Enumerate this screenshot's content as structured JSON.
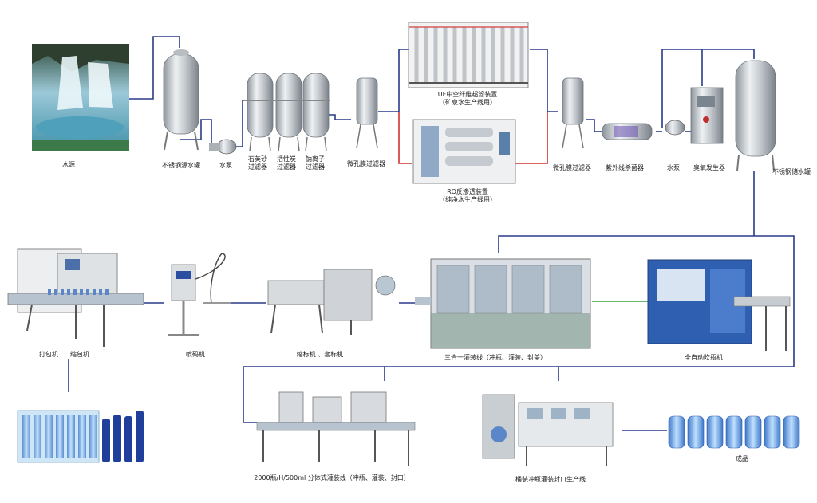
{
  "labels": {
    "water_source": "水源",
    "raw_tank": "不锈钢源水罐",
    "pump1": "水泵",
    "quartz_filter": "石英砂\n过滤器",
    "carbon_filter": "活性炭\n过滤器",
    "sodium_filter": "钠离子\n过滤器",
    "micro_filter1": "微孔膜过滤器",
    "uf_device": "UF中空纤维超滤装置",
    "uf_note": "（矿泉水生产线用）",
    "ro_device": "RO反渗透装置",
    "ro_note": "（纯净水生产线用）",
    "micro_filter2": "微孔膜过滤器",
    "uv_sterilizer": "紫外线杀菌器",
    "pump2": "水泵",
    "ozone": "臭氧发生器",
    "storage_tank": "不锈钢储水罐",
    "packing": "打包机",
    "shrink": "缩包机",
    "coder": "喷码机",
    "labeler": "缩标机 、套标机",
    "triblock": "三合一灌装线（冲瓶、灌装、封盖）",
    "blower": "全自动吹瓶机",
    "split_line": "2000瓶/H/500ml 分体式灌装线（冲瓶、灌装、封口）",
    "barrel_line": "桶装冲瓶灌装封口生产线",
    "product": "成品"
  },
  "colors": {
    "pipe_main": "#2a3a8a",
    "pipe_ro": "#d03030",
    "pipe_green": "#3aa040",
    "steel": "#c9ced3",
    "machine_blue": "#2f5fb0"
  }
}
